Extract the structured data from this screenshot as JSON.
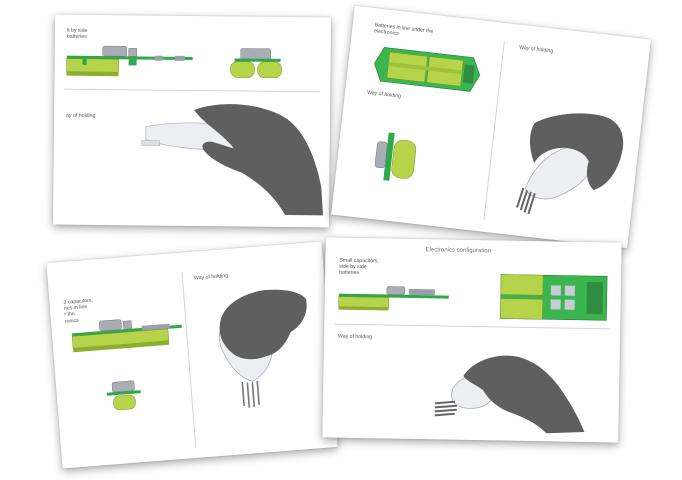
{
  "sheets": [
    {
      "labels": {
        "config": "lt by side\nbatteries",
        "holding": "ay of holding"
      }
    },
    {
      "labels": {
        "config": "Batteries in line under the\nelectronics",
        "holding_left": "Way of holding",
        "holding_right": "Way of holding"
      }
    },
    {
      "labels": {
        "config": "3 capacitors,\nries in line\nr the\nronics",
        "holding": "Way of holding"
      }
    },
    {
      "labels": {
        "heading": "Electronics configuration",
        "config": "Small capacitors,\nside by side\nbatteries",
        "holding": "Way of holding"
      }
    }
  ],
  "colors": {
    "battery_green": "#b5d44a",
    "pcb_green": "#2fa84a",
    "capacitor_grey": "#a9adb6",
    "hand_grey": "#5f5f5f",
    "device_white": "#eceef2"
  }
}
